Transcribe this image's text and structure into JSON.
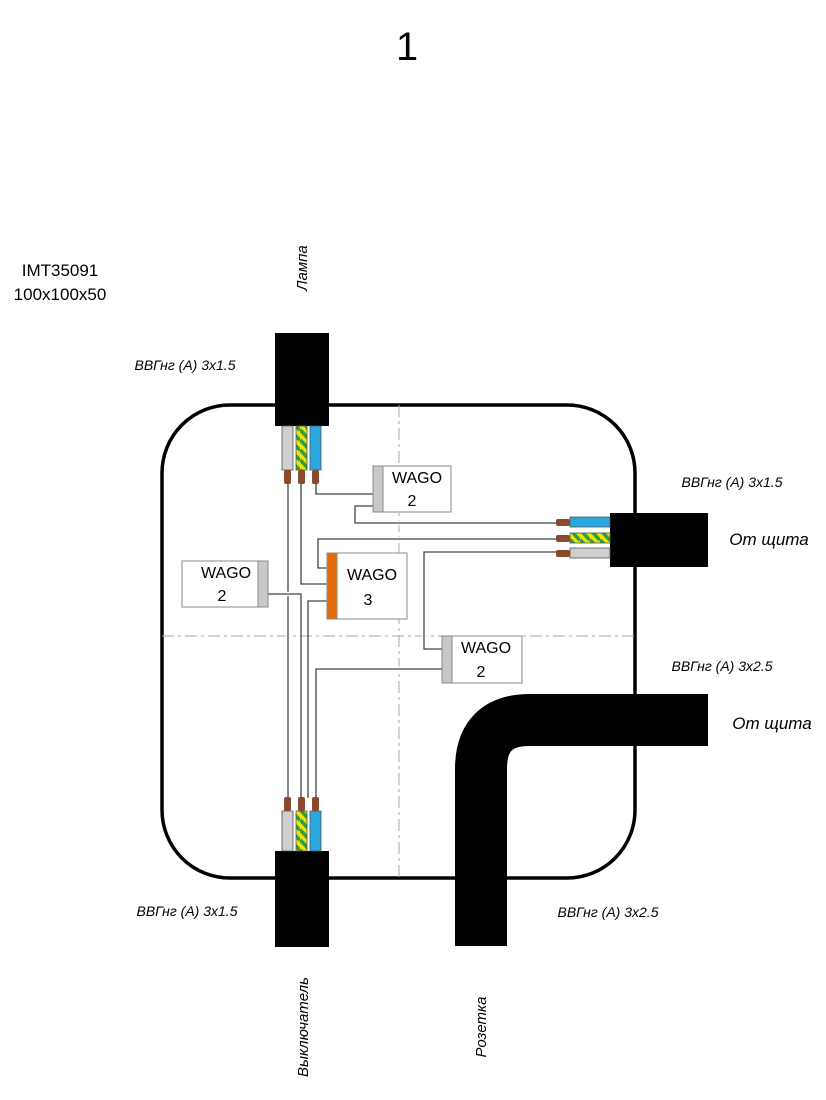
{
  "page_number": "1",
  "box": {
    "model": "IMT35091",
    "size": "100x100x50"
  },
  "cables": {
    "lamp": {
      "destination": "Лампа",
      "spec": "ВВГнг (А) 3x1.5"
    },
    "panel_1": {
      "destination": "От щита",
      "spec": "ВВГнг (А) 3x1.5"
    },
    "panel_2": {
      "destination": "От щита",
      "spec": "ВВГнг (А) 3x2.5"
    },
    "switch": {
      "destination": "Выключатель",
      "spec": "ВВГнг (А) 3x1.5"
    },
    "socket": {
      "destination": "Розетка",
      "spec": "ВВГнг (А) 3x2.5"
    }
  },
  "connectors": [
    {
      "label": "WAGO",
      "count": "2",
      "tab_color": "#c8c8c8"
    },
    {
      "label": "WAGO",
      "count": "2",
      "tab_color": "#c8c8c8"
    },
    {
      "label": "WAGO",
      "count": "3",
      "tab_color": "#e36c0a"
    },
    {
      "label": "WAGO",
      "count": "2",
      "tab_color": "#c8c8c8"
    }
  ],
  "colors": {
    "cable_sheath": "#000000",
    "wire_neutral": "#29a8e0",
    "wire_phase": "#cfcfcf",
    "wire_ground_green": "#2e9e3e",
    "wire_ground_yellow": "#f2e200",
    "copper_tip": "#8b4a2b"
  }
}
